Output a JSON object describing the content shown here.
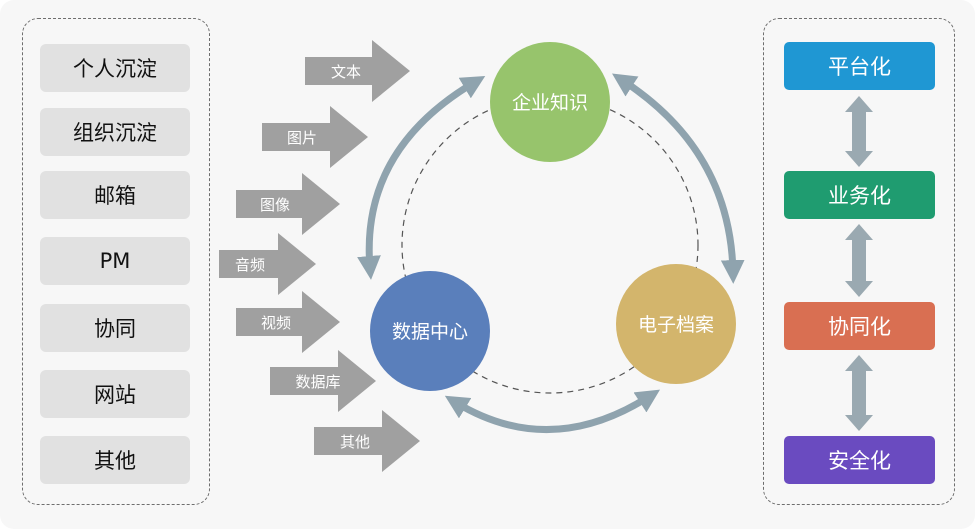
{
  "sources": [
    "个人沉淀",
    "组织沉淀",
    "邮箱",
    "PM",
    "协同",
    "网站",
    "其他"
  ],
  "input_types": [
    "文本",
    "图片",
    "图像",
    "音频",
    "视频",
    "数据库",
    "其他"
  ],
  "nodes": {
    "knowledge": {
      "label": "企业知识",
      "color": "#97c46c"
    },
    "data_center": {
      "label": "数据中心",
      "color": "#5a7fbb"
    },
    "archive": {
      "label": "电子档案",
      "color": "#d3b56c"
    }
  },
  "capabilities": [
    {
      "label": "平台化",
      "color": "#1f97d3"
    },
    {
      "label": "业务化",
      "color": "#1f9c70"
    },
    {
      "label": "协同化",
      "color": "#d96f52"
    },
    {
      "label": "安全化",
      "color": "#6a4bc0"
    }
  ],
  "colors": {
    "arrow_gray": "#a0a0a0",
    "cycle_arrow": "#8fa3ae",
    "connector": "#9aa9b1"
  }
}
